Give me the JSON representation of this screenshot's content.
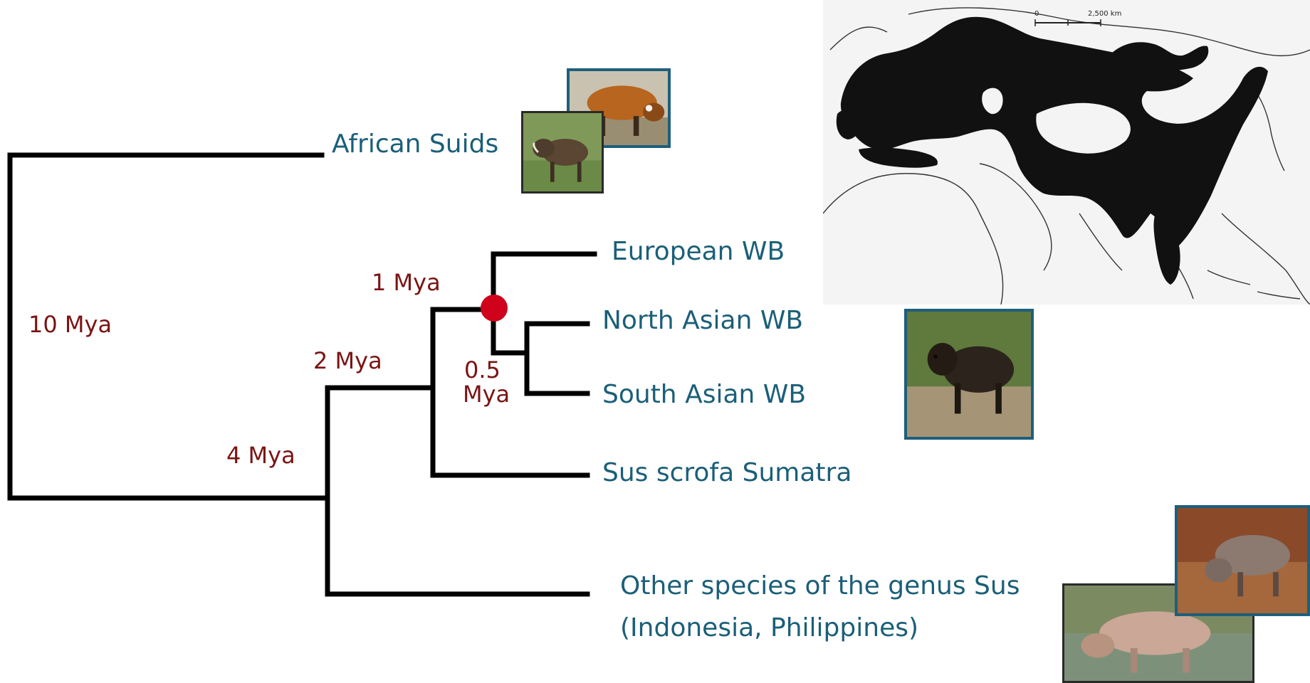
{
  "tree": {
    "leaves": [
      {
        "id": "african",
        "label": "African Suids"
      },
      {
        "id": "european",
        "label": "European WB"
      },
      {
        "id": "north_asian",
        "label": "North Asian WB"
      },
      {
        "id": "south_asian",
        "label": "South Asian WB"
      },
      {
        "id": "sumatra",
        "label": "Sus scrofa  Sumatra"
      },
      {
        "id": "other_sus",
        "label_line1": "Other species of the genus Sus",
        "label_line2": "(Indonesia, Philippines)"
      }
    ],
    "node_ages": {
      "root": "10 Mya",
      "sus_genus": "4 Mya",
      "sus_scrofa": "2 Mya",
      "eurasian": "1 Mya",
      "asian_line1": "0.5",
      "asian_line2": "Mya"
    },
    "highlighted_node": "eurasian"
  },
  "range_map": {
    "scale_min": "0",
    "scale_max": "2,500 km"
  },
  "colors": {
    "branch": "#000000",
    "leaf_text": "#1b5f78",
    "age_text": "#7a1414",
    "highlight_dot": "#d0021b",
    "photo_frame": "#1e5f7b",
    "map_range": "#111111"
  },
  "photos": [
    {
      "subject": "red-river-hog-photo"
    },
    {
      "subject": "warthog-photo"
    },
    {
      "subject": "wild-boar-photo"
    },
    {
      "subject": "bearded-pig-photo"
    },
    {
      "subject": "babirusa-photo"
    }
  ]
}
